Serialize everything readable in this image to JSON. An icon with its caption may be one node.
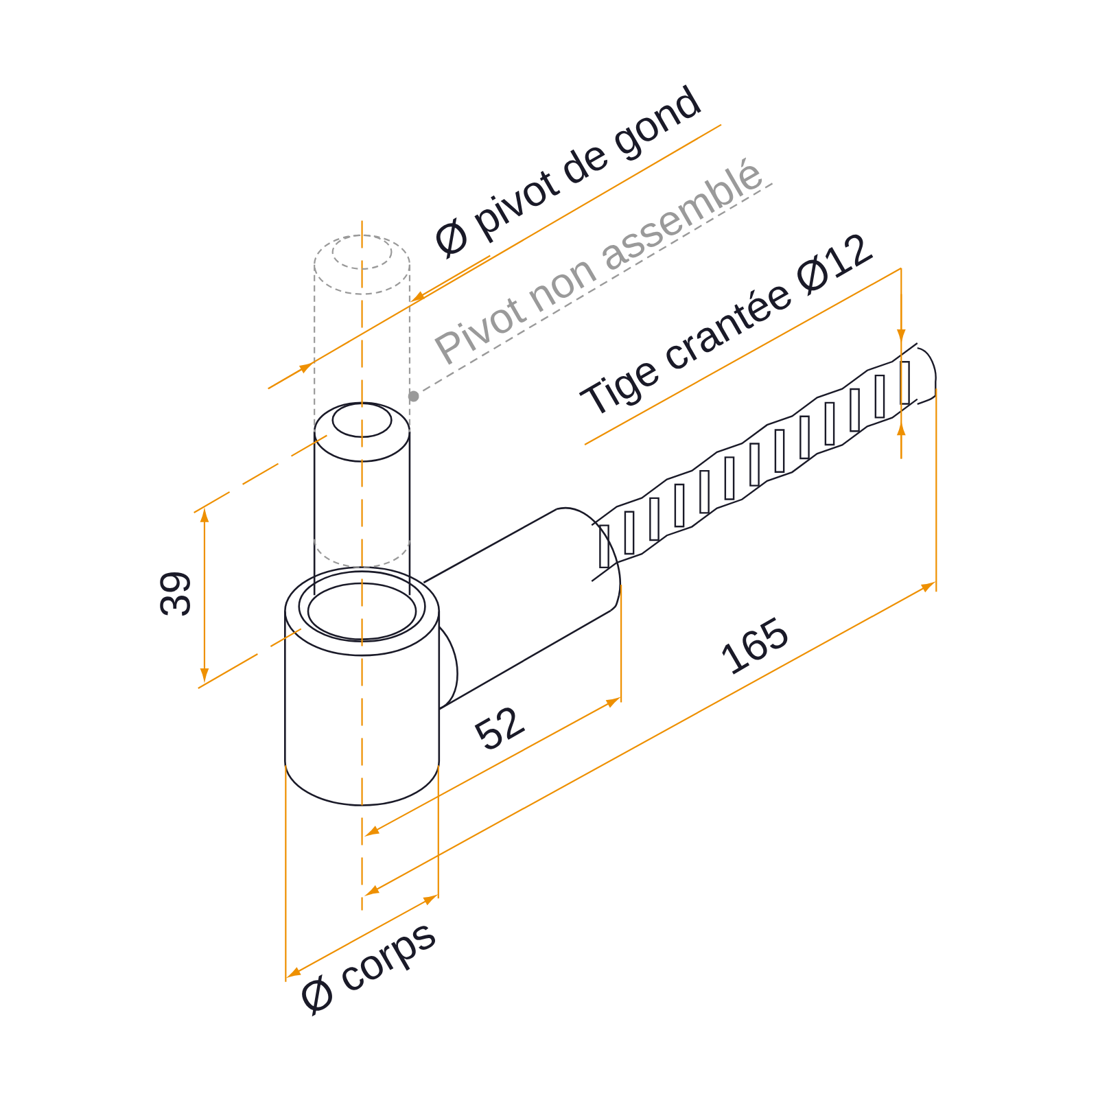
{
  "diagram": {
    "nodes": [
      {
        "text": [
          "Pivot non assemblé"
        ]
      },
      {
        "text": [],
        "shape": "cylinder"
      }
    ],
    "edges": [
      {
        "from": 0,
        "to": 1,
        "arrow": "other",
        "style": "dashed"
      }
    ],
    "labels": [
      "Ø pivot de gond",
      "Tige crantée Ø12",
      "39",
      "165",
      "52",
      "Ø corps"
    ]
  }
}
